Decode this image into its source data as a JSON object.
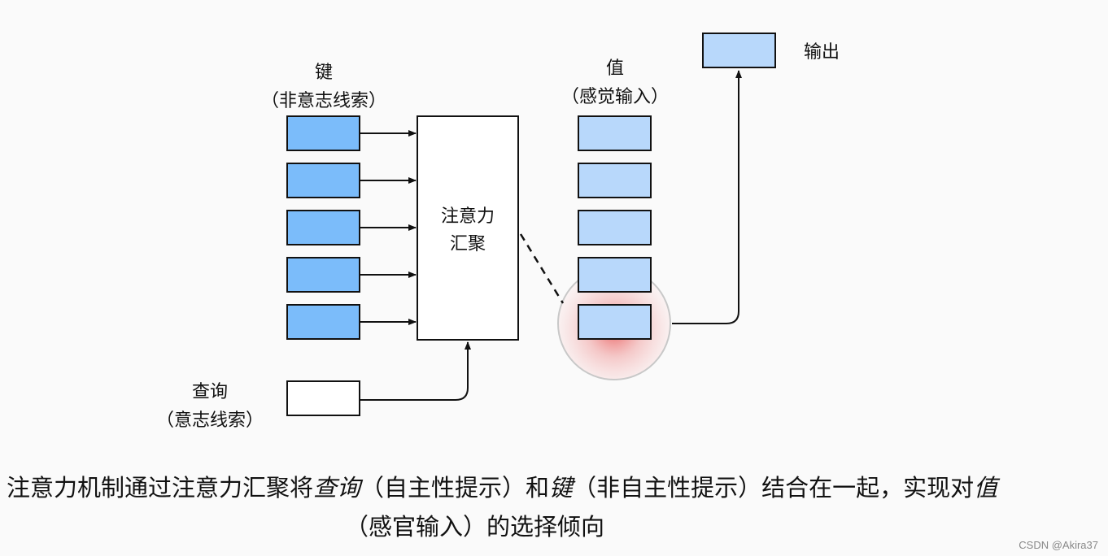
{
  "diagram": {
    "keys": {
      "title": "键",
      "subtitle": "（非意志线索）",
      "count": 5,
      "color": "#7bbcfa"
    },
    "values": {
      "title": "值",
      "subtitle": "（感觉输入）",
      "count": 5,
      "color": "#b8d8fb",
      "selected_index": 4
    },
    "query": {
      "title": "查询",
      "subtitle": "（意志线索）"
    },
    "pooling": {
      "line1": "注意力",
      "line2": "汇聚"
    },
    "output": {
      "label": "输出",
      "color": "#b8d8fb"
    },
    "highlight_color": "#e84a4a"
  },
  "caption": {
    "line1_a": "注意力机制通过注意力汇聚将",
    "line1_b": "查询",
    "line1_c": "（自主性提示）和",
    "line1_d": "键",
    "line1_e": "（非自主性提示）结合在一起，实现对",
    "line1_f": "值",
    "line2": "（感官输入）的选择倾向"
  },
  "watermark": "CSDN @Akira37"
}
